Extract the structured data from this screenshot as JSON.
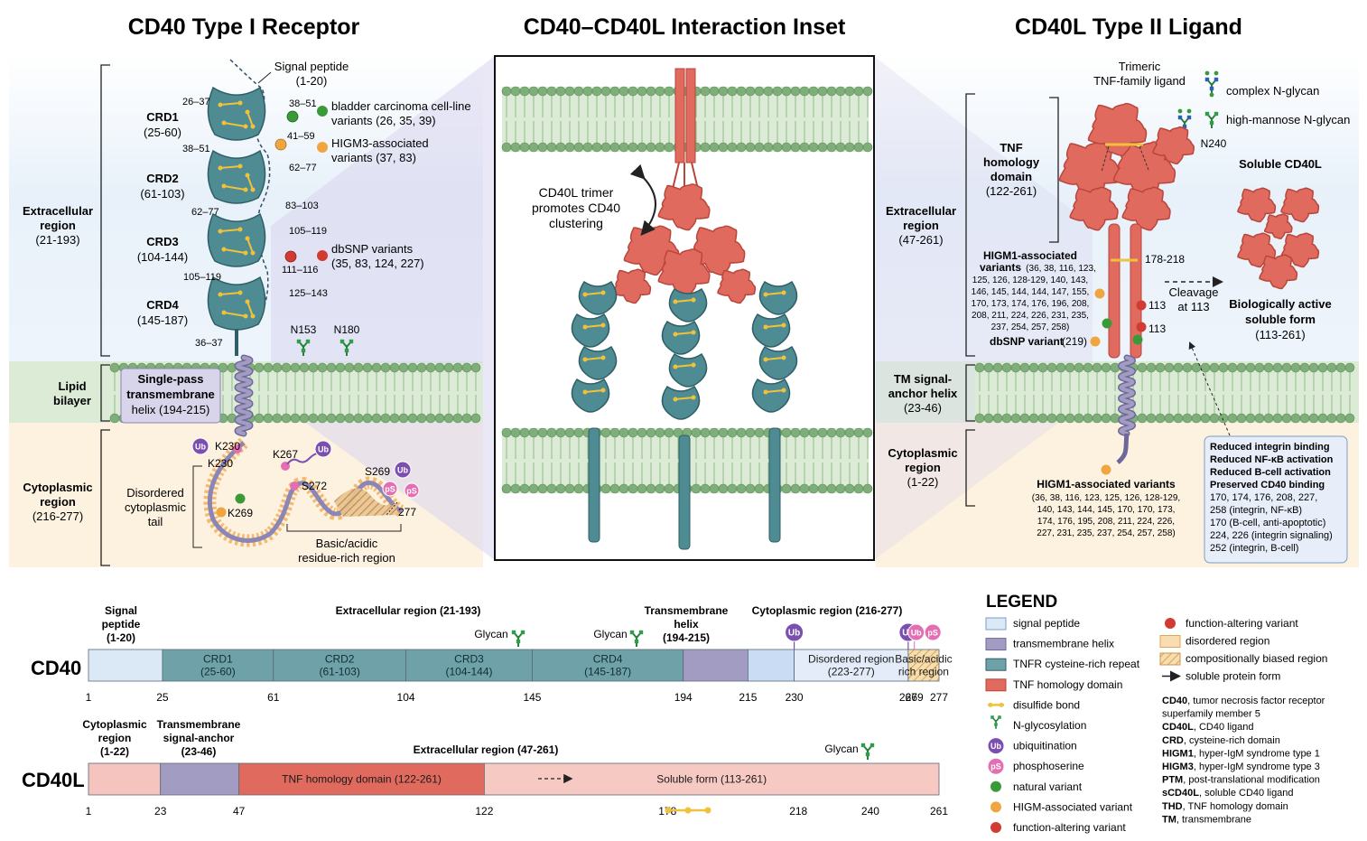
{
  "titles": {
    "left": "CD40 Type I Receptor",
    "center": "CD40–CD40L Interaction Inset",
    "right": "CD40L Type II Ligand"
  },
  "cd40_panel": {
    "regions": {
      "extracellular": [
        "Extracellular",
        "region",
        "(21-193)"
      ],
      "lipid": [
        "Lipid",
        "bilayer"
      ],
      "cytoplasmic": [
        "Cytoplasmic",
        "region",
        "(216-277)"
      ]
    },
    "signal_peptide": [
      "Signal peptide",
      "(1-20)"
    ],
    "crds": [
      {
        "name": "CRD1",
        "range": "(25-60)"
      },
      {
        "name": "CRD2",
        "range": "(61-103)"
      },
      {
        "name": "CRD3",
        "range": "(104-144)"
      },
      {
        "name": "CRD4",
        "range": "(145-187)"
      }
    ],
    "bond_labels": [
      "26–37",
      "38–51",
      "38–51",
      "41–59",
      "62–77",
      "83–103",
      "62–77",
      "105–119",
      "111–116",
      "105–119",
      "125–143",
      "36–37"
    ],
    "variant_notes": {
      "bladder": [
        "bladder carcinoma cell-line",
        "variants (26, 35, 39)"
      ],
      "higm3": [
        "HIGM3-associated",
        "variants (37, 83)"
      ],
      "dbsnp": [
        "dbSNP variants",
        "(35, 83, 124, 227)"
      ]
    },
    "glyco_sites": [
      "N153",
      "N180"
    ],
    "tm_label": [
      "Single-pass",
      "transmembrane",
      "helix (194-215)"
    ],
    "cyto": {
      "ub": "Ub",
      "ps": "pS",
      "k230a": "K230",
      "k230b": "K230",
      "k267": "K267",
      "s272": "S272",
      "s269": "S269",
      "k269": "K269",
      "end": "277",
      "tail": [
        "Disordered",
        "cytoplasmic",
        "tail"
      ],
      "basic": [
        "Basic/acidic",
        "residue-rich region"
      ]
    }
  },
  "inset": {
    "caption": [
      "CD40L trimer",
      "promotes CD40",
      "clustering"
    ]
  },
  "cd40l_panel": {
    "trimeric": [
      "Trimeric",
      "TNF-family ligand"
    ],
    "glycan_legend": {
      "complex": "complex N-glycan",
      "high": "high-mannose N-glycan",
      "site": "N240"
    },
    "thd": [
      "TNF",
      "homology",
      "domain",
      "(122-261)"
    ],
    "regions": {
      "extracellular": [
        "Extracellular",
        "region",
        "(47-261)"
      ],
      "tm": [
        "TM signal-",
        "anchor helix",
        "(23-46)"
      ],
      "cytoplasmic": [
        "Cytoplasmic",
        "region",
        "(1-22)"
      ]
    },
    "soluble_title": "Soluble CD40L",
    "bond": "178-218",
    "cleavage": [
      "Cleavage",
      "at 113"
    ],
    "cut_labels": [
      "113",
      "113"
    ],
    "active": [
      "Biologically active",
      "soluble form",
      "(113-261)"
    ],
    "higm1_top": {
      "title": [
        "HIGM1-associated",
        "variants"
      ],
      "lines": [
        "(36, 38, 116, 123,",
        "125, 126, 128-129, 140, 143,",
        "146, 145, 144, 144, 147, 155,",
        "170, 173, 174, 176, 196, 208,",
        "208, 211, 224, 226, 231, 235,",
        "237, 254, 257, 258)"
      ]
    },
    "dbsnp": "dbSNP variant",
    "dbsnp_pos": "(219)",
    "higm1_bottom": {
      "title": "HIGM1-associated variants",
      "lines": [
        "(36, 38, 116, 123, 125, 126, 128-129,",
        "140, 143, 144, 145, 170, 170, 173,",
        "174, 176, 195, 208, 211, 224, 226,",
        "227, 231, 235, 237, 254, 257, 258)"
      ]
    },
    "effects": {
      "bold": [
        "Reduced integrin binding",
        "Reduced NF-κB activation",
        "Reduced B-cell activation",
        "Preserved CD40 binding"
      ],
      "lines": [
        "170, 174, 176, 208, 227,",
        "258 (integrin, NF-κB)",
        "170 (B-cell, anti-apoptotic)",
        "224, 226 (integrin signaling)",
        "252 (integrin, B-cell)"
      ]
    }
  },
  "domain_map": {
    "cd40": {
      "name": "CD40",
      "header": {
        "signal": [
          "Signal",
          "peptide",
          "(1-20)"
        ],
        "extracellular": "Extracellular region (21-193)",
        "tm": [
          "Transmembrane",
          "helix",
          "(194-215)"
        ],
        "cytoplasmic": "Cytoplasmic region (216-277)",
        "glycan": "Glycan"
      },
      "segments": [
        {
          "from": 1,
          "to": 25,
          "label": [],
          "color": "#dbe8f5"
        },
        {
          "from": 25,
          "to": 61,
          "label": [
            "CRD1",
            "(25-60)"
          ],
          "color": "#6fa2a8"
        },
        {
          "from": 61,
          "to": 104,
          "label": [
            "CRD2",
            "(61-103)"
          ],
          "color": "#6fa2a8"
        },
        {
          "from": 104,
          "to": 145,
          "label": [
            "CRD3",
            "(104-144)"
          ],
          "color": "#6fa2a8"
        },
        {
          "from": 145,
          "to": 194,
          "label": [
            "CRD4",
            "(145-187)"
          ],
          "color": "#6fa2a8"
        },
        {
          "from": 194,
          "to": 215,
          "label": [],
          "color": "#a39cc2"
        },
        {
          "from": 215,
          "to": 230,
          "label": [],
          "color": "#c9dcf4"
        },
        {
          "from": 230,
          "to": 267,
          "label": [
            "Disordered region",
            "(223-277)"
          ],
          "color": "#e3ecf8"
        },
        {
          "from": 267,
          "to": 277,
          "label": [
            "Basic/acidic",
            "rich region"
          ],
          "color": "#f6d9a6"
        }
      ],
      "ticks": [
        "1",
        "25",
        "61",
        "104",
        "145",
        "194",
        "215",
        "230",
        "267",
        "269",
        "277"
      ],
      "mods": {
        "ub": "Ub",
        "ps": "pS"
      }
    },
    "cd40l": {
      "name": "CD40L",
      "header": {
        "cytoplasmic": [
          "Cytoplasmic",
          "region",
          "(1-22)"
        ],
        "tm": [
          "Transmembrane",
          "signal-anchor",
          "(23-46)"
        ],
        "extracellular": "Extracellular region (47-261)",
        "glycan": "Glycan"
      },
      "segments": [
        {
          "from": 1,
          "to": 23,
          "label": [],
          "color": "#f5c4bf"
        },
        {
          "from": 23,
          "to": 47,
          "label": [],
          "color": "#a39cc2"
        },
        {
          "from": 47,
          "to": 122,
          "label": [
            "TNF homology domain (122-261)"
          ],
          "color": "#e16a5e"
        },
        {
          "from": 122,
          "to": 261,
          "label": [
            "Soluble form (113-261)"
          ],
          "color": "#f7c9c3"
        }
      ],
      "ticks": [
        "1",
        "23",
        "47",
        "122",
        "178",
        "218",
        "240",
        "261"
      ]
    }
  },
  "legend": {
    "title": "LEGEND",
    "col1": [
      "signal peptide",
      "transmembrane helix",
      "TNFR cysteine-rich repeat",
      "TNF homology domain",
      "disulfide bond",
      "N-glycosylation",
      "ubiquitination",
      "phosphoserine",
      "natural variant",
      "HIGM-associated variant",
      "function-altering variant"
    ],
    "col2": [
      "function-altering variant",
      "disordered region",
      "compositionally biased region",
      "soluble protein form"
    ],
    "abbrev": [
      {
        "k": "CD40",
        "v": ", tumor necrosis factor receptor"
      },
      {
        "k": "",
        "v": "superfamily member 5"
      },
      {
        "k": "CD40L",
        "v": ", CD40 ligand"
      },
      {
        "k": "CRD",
        "v": ", cysteine-rich domain"
      },
      {
        "k": "HIGM1",
        "v": ", hyper-IgM syndrome type 1"
      },
      {
        "k": "HIGM3",
        "v": ", hyper-IgM syndrome type 3"
      },
      {
        "k": "PTM",
        "v": ", post-translational modification"
      },
      {
        "k": "sCD40L",
        "v": ", soluble CD40 ligand"
      },
      {
        "k": "THD",
        "v": ", TNF homology domain"
      },
      {
        "k": "TM",
        "v": ", transmembrane"
      }
    ],
    "ub": "Ub",
    "ps": "pS"
  },
  "colors": {
    "teal": "#4f8b92",
    "teal_dark": "#2f5f66",
    "red": "#e16a5e",
    "red_dark": "#b8463c",
    "purple": "#8b86b5",
    "membrane": "#7fae7a",
    "yellow": "#f0c23c",
    "green_dot": "#3a9a3a",
    "orange_dot": "#f0a640",
    "red_dot": "#d13b32",
    "ub": "#7b4fb0",
    "ps": "#e36fb2"
  }
}
